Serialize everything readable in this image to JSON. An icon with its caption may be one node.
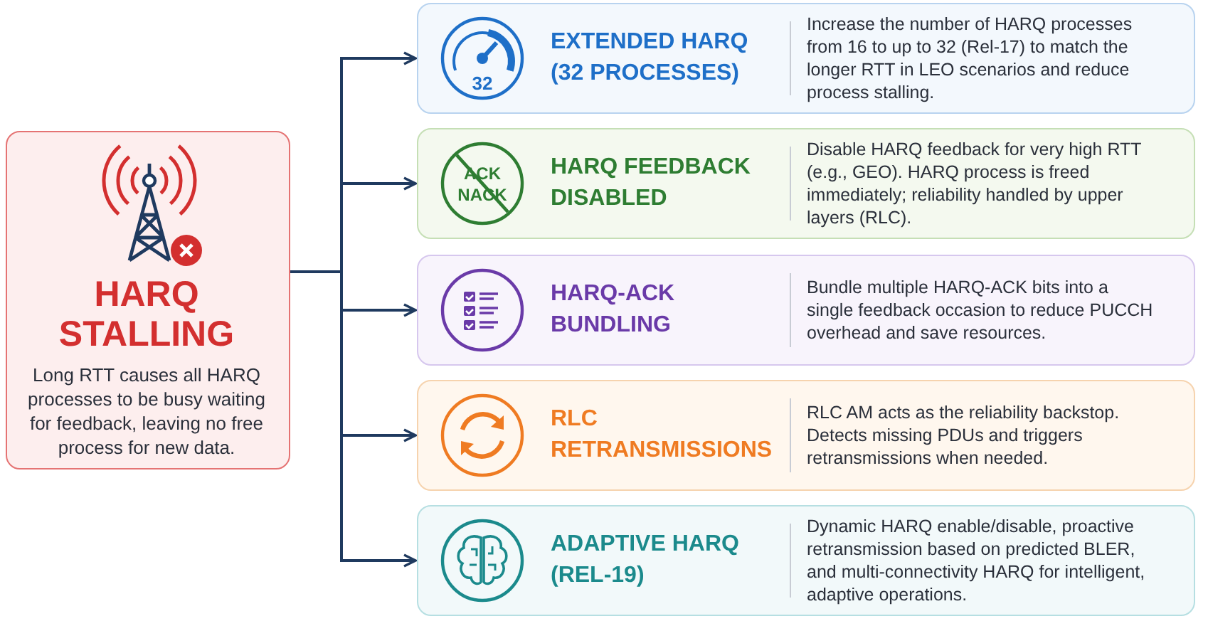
{
  "diagram": {
    "nodes": [
      {
        "text": [
          "HARQ STALLING",
          "Long RTT causes all HARQ processes to be busy waiting for feedback, leaving no free process for new data."
        ]
      },
      {
        "text": [
          "EXTENDED HARQ (32 PROCESSES)",
          "Increase the number of HARQ processes from 16 to up to 32 (Rel-17) to match the longer RTT in LEO scenarios and reduce process stalling."
        ]
      },
      {
        "text": [
          "HARQ FEEDBACK DISABLED",
          "Disable HARQ feedback for very high RTT (e.g., GEO). HARQ process is freed immediately; reliability handled by upper layers (RLC)."
        ]
      },
      {
        "text": [
          "HARQ-ACK BUNDLING",
          "Bundle multiple HARQ-ACK bits into a single feedback occasion to reduce PUCCH overhead and save resources."
        ]
      },
      {
        "text": [
          "RLC RETRANSMISSIONS",
          "RLC AM acts as the reliability backstop. Detects missing PDUs and triggers retransmissions when needed."
        ]
      },
      {
        "text": [
          "ADAPTIVE HARQ (REL-19)",
          "Dynamic HARQ enable/disable, proactive retransmission based on predicted BLER, and multi-connectivity HARQ for intelligent, adaptive operations."
        ]
      }
    ],
    "edges": [
      {
        "from": 0,
        "to": 1,
        "arrow": "to"
      },
      {
        "from": 0,
        "to": 2,
        "arrow": "to"
      },
      {
        "from": 0,
        "to": 3,
        "arrow": "to"
      },
      {
        "from": 0,
        "to": 4,
        "arrow": "to"
      },
      {
        "from": 0,
        "to": 5,
        "arrow": "to"
      }
    ],
    "labels": [
      "32",
      "ACK",
      "NACK"
    ]
  }
}
